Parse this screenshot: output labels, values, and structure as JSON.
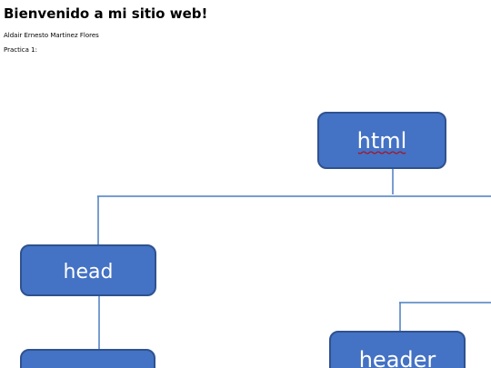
{
  "heading": "Bienvenido a mi sitio web!",
  "author": "Aldair Ernesto Martinez Flores",
  "practice": "Practica 1:",
  "colors": {
    "box_fill": "#4472c4",
    "box_border": "#2f528f",
    "connector": "#4a7ec0",
    "spellcheck_underline": "#c00000"
  },
  "diagram": {
    "nodes": {
      "html": "html",
      "head": "head",
      "header": "header"
    }
  }
}
